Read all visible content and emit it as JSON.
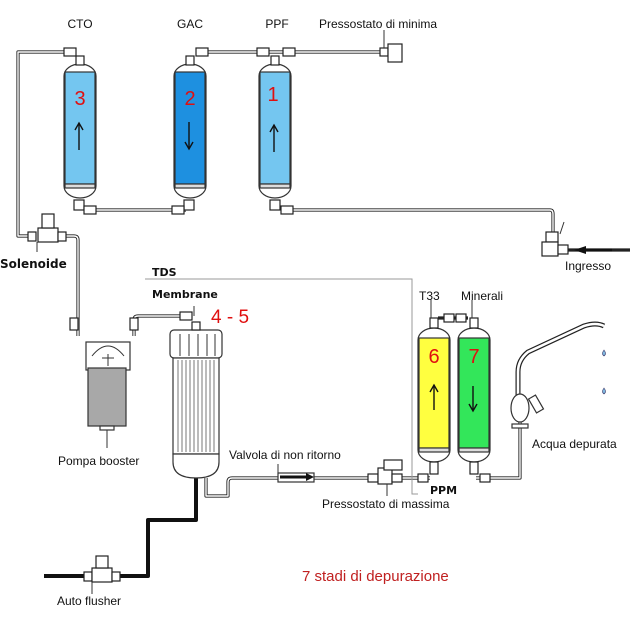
{
  "title": "7 stadi di depurazione",
  "colors": {
    "stage_1": "#74c6f0",
    "stage_2": "#1e90e0",
    "stage_3": "#74c6f0",
    "stage_6": "#ffff40",
    "stage_7": "#33e65a",
    "number": "#e01010",
    "title": "#c02020",
    "pump_body": "#a8a8a8"
  },
  "filters": [
    {
      "id": "stage-1",
      "name": "PPF",
      "number": "1",
      "flow": "up"
    },
    {
      "id": "stage-2",
      "name": "GAC",
      "number": "2",
      "flow": "down"
    },
    {
      "id": "stage-3",
      "name": "CTO",
      "number": "3",
      "flow": "up"
    },
    {
      "id": "stage-6",
      "name": "T33",
      "number": "6",
      "flow": "up"
    },
    {
      "id": "stage-7",
      "name": "Minerali",
      "number": "7",
      "flow": "down"
    }
  ],
  "membrane": {
    "label": "Membrane",
    "number": "4 - 5"
  },
  "labels": {
    "cto": "CTO",
    "gac": "GAC",
    "ppf": "PPF",
    "low_pressure_switch": "Pressostato di minima",
    "inlet": "Ingresso",
    "solenoid": "Solenoide",
    "tds": "TDS",
    "membrane": "Membrane",
    "membrane_number": "4 - 5",
    "t33": "T33",
    "minerals": "Minerali",
    "booster_pump": "Pompa booster",
    "check_valve": "Valvola di non ritorno",
    "ppm": "PPM",
    "high_pressure_switch": "Pressostato di massima",
    "faucet": "Acqua depurata",
    "auto_flusher": "Auto flusher",
    "n1": "1",
    "n2": "2",
    "n3": "3",
    "n6": "6",
    "n7": "7"
  }
}
